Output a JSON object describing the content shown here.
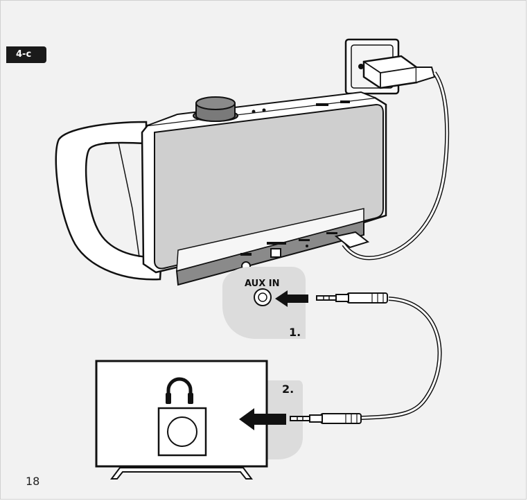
{
  "step_badge": "4-c",
  "page_number": "18",
  "labels": {
    "aux_in": "AUX IN",
    "step_1": "1.",
    "step_2": "2."
  },
  "icons": {
    "headphone": "headphone-icon",
    "arrow": "arrow-left-icon"
  },
  "colors": {
    "background": "#f2f2f2",
    "badge": "#1a1a1a",
    "highlight_zone": "#dcdcdc",
    "outline": "#111111"
  }
}
